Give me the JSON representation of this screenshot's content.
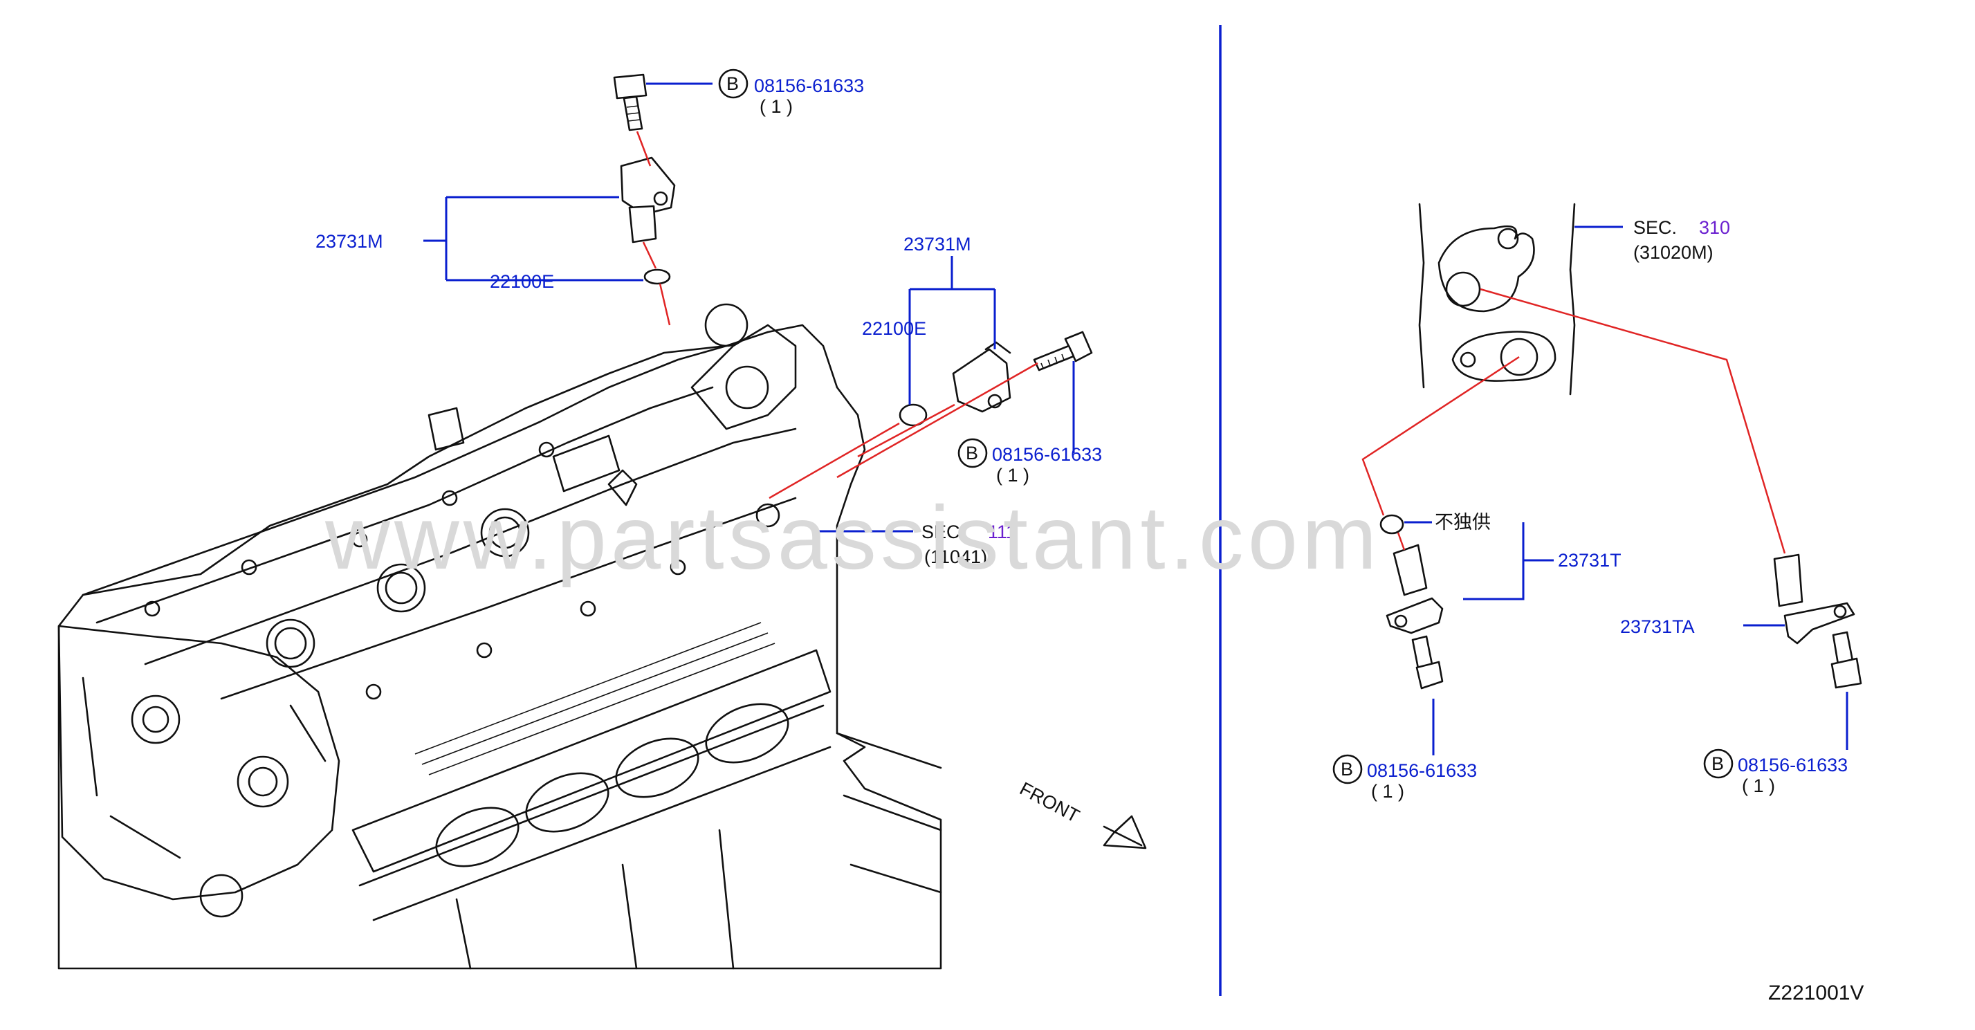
{
  "watermark": "www.partsassistant.com",
  "diagram_code": "Z221001V",
  "front_label": "FRONT",
  "left": {
    "top_bolt": {
      "marker": "B",
      "part": "08156-61633",
      "qty": "( 1 )"
    },
    "sensor_group_label": "23731M",
    "oring_label": "22100E"
  },
  "middle": {
    "sensor_group_label": "23731M",
    "oring_label": "22100E",
    "bolt": {
      "marker": "B",
      "part": "08156-61633",
      "qty": "( 1 )"
    },
    "sec_prefix": "SEC.",
    "sec_number": "111",
    "sec_sub": "(11041)"
  },
  "right": {
    "sec_prefix": "SEC.",
    "sec_number": "310",
    "sec_sub": "(31020M)",
    "not_supplied_note": "不独供",
    "sensor_label_a": "23731T",
    "sensor_label_b": "23731TA",
    "bolt_left": {
      "marker": "B",
      "part": "08156-61633",
      "qty": "( 1 )"
    },
    "bolt_right": {
      "marker": "B",
      "part": "08156-61633",
      "qty": "( 1 )"
    }
  },
  "colors": {
    "callout": "#0a1fcf",
    "section_number": "#6a1fcf",
    "leader_red": "#e02424",
    "divider": "#0a1fcf"
  }
}
